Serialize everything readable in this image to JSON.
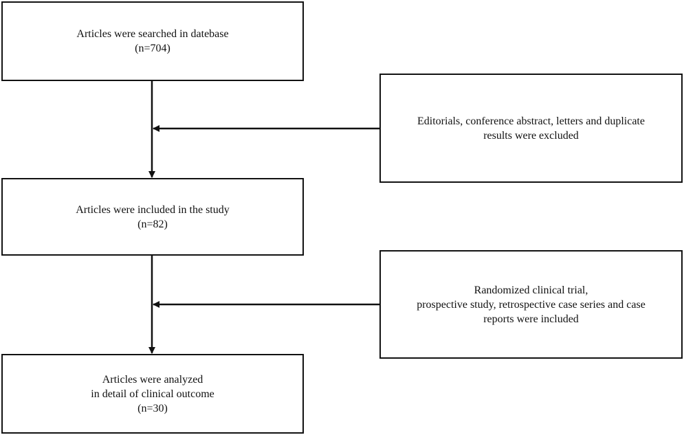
{
  "flowchart": {
    "search_box": {
      "line1": "Articles were searched in datebase",
      "line2": "(n=704)"
    },
    "exclusion_box_1": {
      "line1": "Editorials, conference abstract, letters and duplicate",
      "line2": "results were excluded"
    },
    "included_box": {
      "line1": "Articles were included in the study",
      "line2": "(n=82)"
    },
    "exclusion_box_2": {
      "line1": "Randomized clinical trial,",
      "line2": "prospective study, retrospective case series and case",
      "line3": "reports were included"
    },
    "analyzed_box": {
      "line1": "Articles were analyzed",
      "line2": "in detail of clinical outcome",
      "line3": "(n=30)"
    }
  },
  "colors": {
    "stroke": "#111111",
    "background": "#ffffff"
  }
}
